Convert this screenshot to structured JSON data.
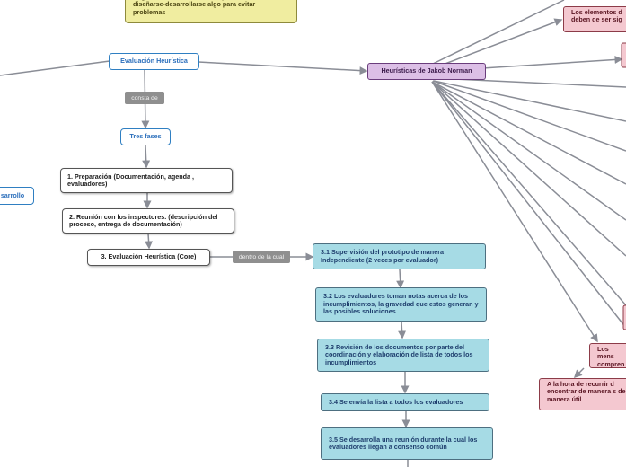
{
  "nodes": {
    "yellow_note": "Regla acerca de cómo tiene que ser/ funcionar o diseñarse-desarrollarse algo para evitar problemas",
    "evaluacion_heuristica": "Evaluación Heurística",
    "heuristicas_jakob": "Heurísticas de Jakob Norman",
    "tres_fases": "Tres fases",
    "desarrollo_partial": "sarrollo",
    "phase1": "1. Preparación (Documentación, agenda , evaluadores)",
    "phase2": "2. Reunión con los inspectores. (descripción del proceso, entrega de documentación)",
    "phase3": "3. Evaluación Heurística (Core)",
    "step31": "3.1 Supervisión del prototipo de manera Independiente (2 veces por evaluador)",
    "step32": "3.2 Los evaluadores toman notas acerca de los incumplimientos, la gravedad que estos generan y las posibles soluciones",
    "step33": "3.3 Revisión de los documentos por parte del coordinación y elaboración de lista de todos los incumplimientos",
    "step34": "3.4 Se envía la lista a todos los evaluadores",
    "step35": "3.5 Se desarrolla una reunión durante la cual los evaluadores llegan a consenso común",
    "pink_elementos": "Los elementos d deben de ser sig",
    "pink_mensajes": "Los mens compren",
    "pink_recurrir": "A la hora de recurrir d encontrar de manera s de manera útil"
  },
  "connectors": {
    "consta_de": "consta de",
    "dentro_de_la_cual": "dentro de la cual"
  },
  "colors": {
    "edge": "#8a8d96",
    "blue_border": "#2f7fc2",
    "cyan_fill": "#a6dbe5",
    "yellow_fill": "#f0eda0",
    "purple_fill": "#dcbfe6",
    "pink_fill": "#f4c8d0"
  }
}
